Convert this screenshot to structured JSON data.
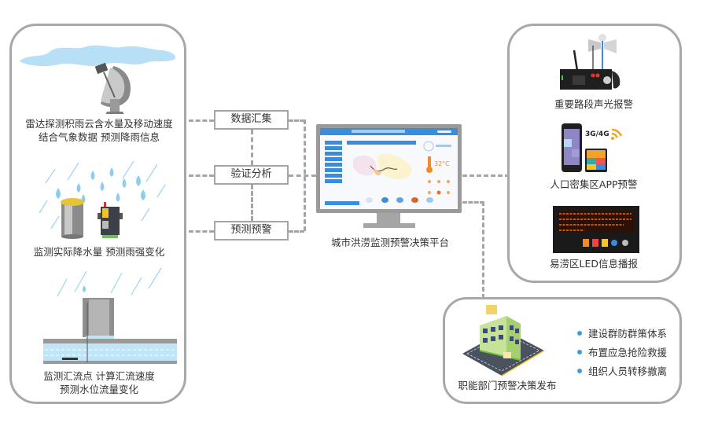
{
  "diagram": {
    "title": "城市洪涝监测预警决策平台",
    "colors": {
      "panel_border": "#a8a8a8",
      "connector": "#a5a5a5",
      "accent_blue": "#3a8ddc",
      "bullet_blue": "#3d9be0",
      "rain_blue": "#8ecdf0",
      "led_orange": "#ff6a00"
    },
    "left_panel": {
      "sections": [
        {
          "icon": "radar-dish-icon",
          "caption_lines": [
            "雷达探测积雨云含水量及移动速度",
            "结合气象数据  预测降雨信息"
          ]
        },
        {
          "icon": "rain-gauge-icon",
          "caption_lines": [
            "监测实际降水量  预测雨强变化"
          ]
        },
        {
          "icon": "drainage-well-icon",
          "caption_lines": [
            "监测汇流点   计算汇流速度",
            "预测水位流量变化"
          ]
        }
      ]
    },
    "process_steps": [
      {
        "label": "数据汇集"
      },
      {
        "label": "验证分析"
      },
      {
        "label": "预测预警"
      }
    ],
    "platform": {
      "icon": "monitor-dashboard-icon",
      "caption": "城市洪涝监测预警决策平台",
      "screen": {
        "temperature": "32°C"
      }
    },
    "right_panel": {
      "items": [
        {
          "icon": "siren-alarm-icon",
          "caption": "重要路段声光报警"
        },
        {
          "icon": "mobile-app-icon",
          "caption": "人口密集区APP预警",
          "network_label": "3G/4G"
        },
        {
          "icon": "led-display-icon",
          "caption": "易涝区LED信息播报"
        }
      ]
    },
    "decision_panel": {
      "icon": "building-icon",
      "caption": "职能部门预警决策发布",
      "bullets": [
        "建设群防群策体系",
        "布置应急抢险救援",
        "组织人员转移撤离"
      ]
    }
  }
}
